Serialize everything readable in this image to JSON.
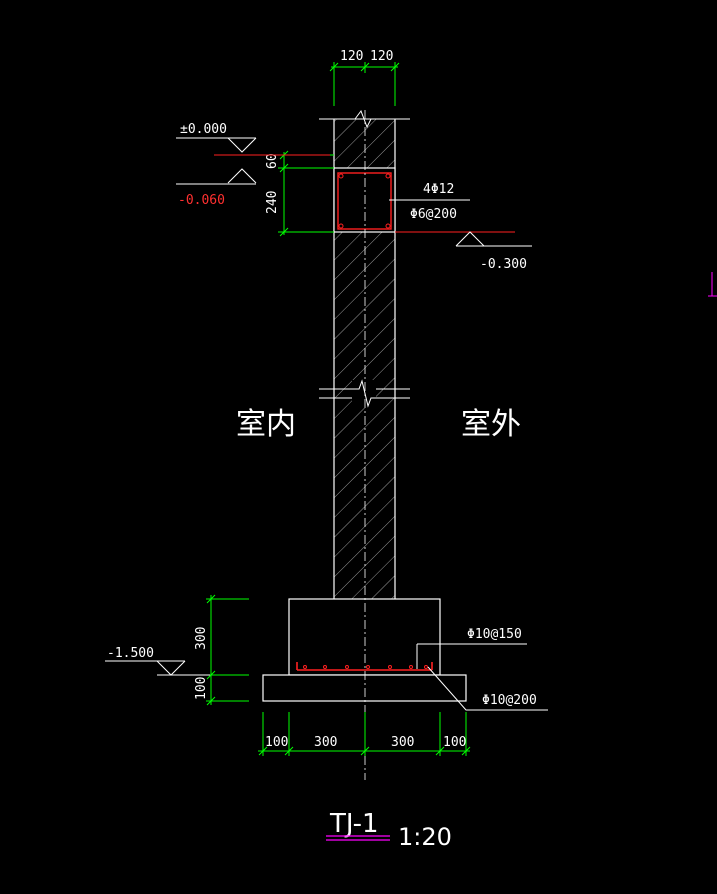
{
  "drawing": {
    "title": "TJ-1",
    "scale": "1:20",
    "indoor_label": "室内",
    "outdoor_label": "室外"
  },
  "dimensions": {
    "top_left": "120",
    "top_right": "120",
    "beam_top": "60",
    "beam_height": "240",
    "footing_height": "300",
    "pad_height": "100",
    "bottom": [
      "100",
      "300",
      "300",
      "100"
    ]
  },
  "elevations": {
    "zero": "±0.000",
    "minus_060": "-0.060",
    "minus_300": "-0.300",
    "minus_1500": "-1.500"
  },
  "rebar": {
    "beam_main": "4Φ12",
    "beam_stirrup": "Φ6@200",
    "footing_upper": "Φ10@150",
    "footing_lower": "Φ10@200"
  },
  "colors": {
    "background": "#000000",
    "line": "#ffffff",
    "dimension": "#00ff00",
    "rebar": "#ff0000",
    "red_text": "#ff3030",
    "title_underline": "#ff00ff"
  }
}
